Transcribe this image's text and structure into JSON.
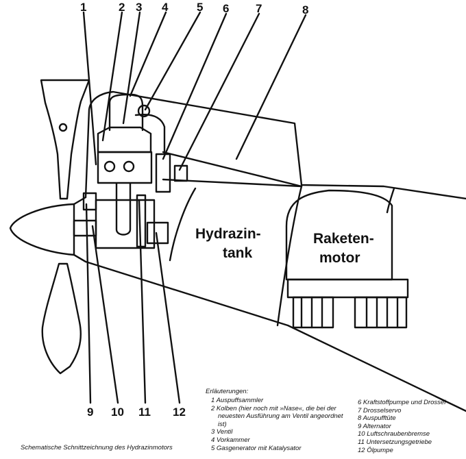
{
  "callouts": {
    "top": [
      "1",
      "2",
      "3",
      "4",
      "5",
      "6",
      "7",
      "8"
    ],
    "bottom": [
      "9",
      "10",
      "11",
      "12"
    ]
  },
  "labels": {
    "tank_line1": "Hydrazin-",
    "tank_line2": "tank",
    "motor_line1": "Raketen-",
    "motor_line2": "motor"
  },
  "legend": {
    "title": "Erläuterungen:",
    "left": [
      "1 Auspuffsammler",
      "2 Kolben (hier noch mit »Nase«, die bei der",
      "neuesten Ausführung am Ventil angeordnet",
      "ist)",
      "3 Ventil",
      "4 Vorkammer",
      "5 Gasgenerator mit Katalysator"
    ],
    "right": [
      "6 Kraftstoffpumpe und Drossel",
      "7 Drosselservo",
      "8 Auspufftüte",
      "9 Alternator",
      "10 Luftschraubenbremse",
      "11 Untersetzungsgetriebe",
      "12 Ölpumpe"
    ]
  },
  "caption": "Schematische Schnittzeichnung des Hydrazinmotors"
}
